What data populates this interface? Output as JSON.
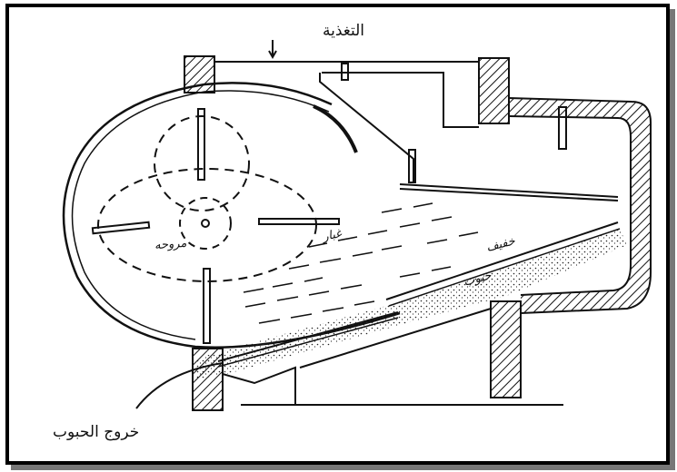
{
  "labels": {
    "feed": "التغذية",
    "grain_exit": "خروج الحبوب"
  },
  "handwriting": {
    "rotor": "مروحه",
    "dust": "غبار",
    "light": "خفيف",
    "grain": "حبوب"
  },
  "colors": {
    "ink": "#111111",
    "background": "#ffffff"
  }
}
